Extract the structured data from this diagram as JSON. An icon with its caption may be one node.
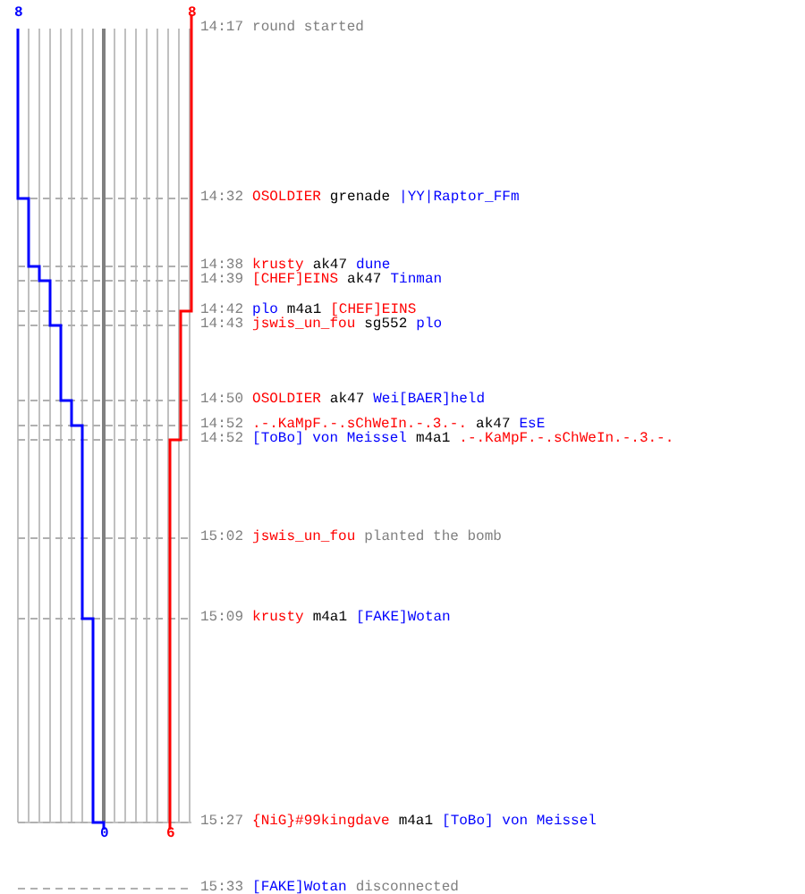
{
  "diagram": {
    "labels": [
      "8",
      "8",
      "14:17",
      "round started",
      "14:32",
      "OSOLDIER",
      "grenade",
      "|YY|Raptor_FFm",
      "14:38",
      "krusty",
      "ak47",
      "dune",
      "14:39",
      "[CHEF]EINS",
      "ak47",
      "Tinman",
      "14:42",
      "plo",
      "m4a1",
      "[CHEF]EINS",
      "14:43",
      "jswis_un_fou",
      "sg552",
      "plo",
      "14:50",
      "OSOLDIER",
      "ak47",
      "Wei[BAER]held",
      "14:52",
      ".-.KaMpF.-.sChWeIn.-.3.-.",
      "ak47",
      "EsE",
      "14:52",
      "[ToBo] von Meissel",
      "m4a1",
      ".-.KaMpF.-.sChWeIn.-.3.-.",
      "15:02",
      "jswis_un_fou",
      "planted the bomb",
      "15:09",
      "krusty",
      "m4a1",
      "[FAKE]Wotan",
      "0",
      "6",
      "15:27",
      "{NiG}#99kingdave",
      "m4a1",
      "[ToBo] von Meissel",
      "15:33",
      "[FAKE]Wotan",
      "disconnected"
    ]
  }
}
